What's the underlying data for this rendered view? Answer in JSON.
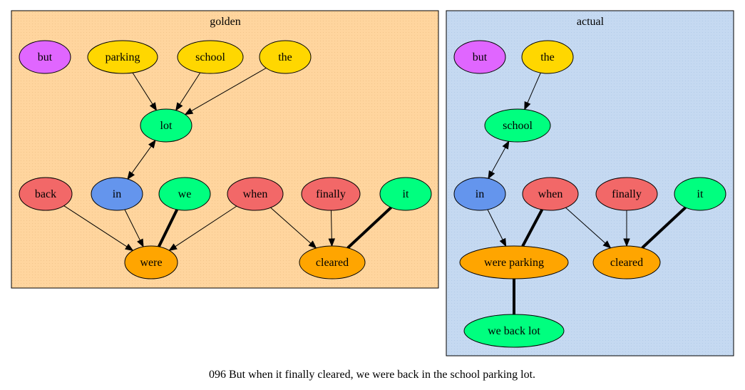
{
  "caption": "096 But when it finally cleared, we were back in the school parking lot.",
  "colors": {
    "golden_bg": "#ffd59e",
    "actual_bg": "#c5d9f1",
    "magenta": "#e066ff",
    "yellow": "#ffd700",
    "green": "#00ff7f",
    "red": "#f26868",
    "blue": "#6495ed",
    "orange": "#ffa500"
  },
  "clusters": [
    {
      "id": "golden",
      "label": "golden",
      "nodes": [
        {
          "id": "g_but",
          "label": "but",
          "color": "magenta"
        },
        {
          "id": "g_parking",
          "label": "parking",
          "color": "yellow"
        },
        {
          "id": "g_school",
          "label": "school",
          "color": "yellow"
        },
        {
          "id": "g_the",
          "label": "the",
          "color": "yellow"
        },
        {
          "id": "g_lot",
          "label": "lot",
          "color": "green"
        },
        {
          "id": "g_back",
          "label": "back",
          "color": "red"
        },
        {
          "id": "g_in",
          "label": "in",
          "color": "blue"
        },
        {
          "id": "g_we",
          "label": "we",
          "color": "green"
        },
        {
          "id": "g_when",
          "label": "when",
          "color": "red"
        },
        {
          "id": "g_finally",
          "label": "finally",
          "color": "red"
        },
        {
          "id": "g_it",
          "label": "it",
          "color": "green"
        },
        {
          "id": "g_were",
          "label": "were",
          "color": "orange"
        },
        {
          "id": "g_cleared",
          "label": "cleared",
          "color": "orange"
        }
      ],
      "edges": [
        {
          "from": "g_parking",
          "to": "g_lot",
          "style": "arrow"
        },
        {
          "from": "g_school",
          "to": "g_lot",
          "style": "arrow"
        },
        {
          "from": "g_the",
          "to": "g_lot",
          "style": "arrow"
        },
        {
          "from": "g_lot",
          "to": "g_in",
          "style": "both"
        },
        {
          "from": "g_back",
          "to": "g_were",
          "style": "arrow"
        },
        {
          "from": "g_in",
          "to": "g_were",
          "style": "arrow"
        },
        {
          "from": "g_we",
          "to": "g_were",
          "style": "bold"
        },
        {
          "from": "g_when",
          "to": "g_were",
          "style": "arrow"
        },
        {
          "from": "g_when",
          "to": "g_cleared",
          "style": "arrow"
        },
        {
          "from": "g_finally",
          "to": "g_cleared",
          "style": "arrow"
        },
        {
          "from": "g_it",
          "to": "g_cleared",
          "style": "bold"
        }
      ]
    },
    {
      "id": "actual",
      "label": "actual",
      "nodes": [
        {
          "id": "a_but",
          "label": "but",
          "color": "magenta"
        },
        {
          "id": "a_the",
          "label": "the",
          "color": "yellow"
        },
        {
          "id": "a_school",
          "label": "school",
          "color": "green"
        },
        {
          "id": "a_in",
          "label": "in",
          "color": "blue"
        },
        {
          "id": "a_when",
          "label": "when",
          "color": "red"
        },
        {
          "id": "a_finally",
          "label": "finally",
          "color": "red"
        },
        {
          "id": "a_it",
          "label": "it",
          "color": "green"
        },
        {
          "id": "a_wereparking",
          "label": "were parking",
          "color": "orange"
        },
        {
          "id": "a_cleared",
          "label": "cleared",
          "color": "orange"
        },
        {
          "id": "a_webacklot",
          "label": "we back lot",
          "color": "green"
        }
      ],
      "edges": [
        {
          "from": "a_the",
          "to": "a_school",
          "style": "arrow"
        },
        {
          "from": "a_school",
          "to": "a_in",
          "style": "both"
        },
        {
          "from": "a_in",
          "to": "a_wereparking",
          "style": "arrow"
        },
        {
          "from": "a_when",
          "to": "a_wereparking",
          "style": "bold"
        },
        {
          "from": "a_when",
          "to": "a_cleared",
          "style": "arrow"
        },
        {
          "from": "a_finally",
          "to": "a_cleared",
          "style": "arrow"
        },
        {
          "from": "a_it",
          "to": "a_cleared",
          "style": "bold"
        },
        {
          "from": "a_wereparking",
          "to": "a_webacklot",
          "style": "bold"
        }
      ]
    }
  ]
}
